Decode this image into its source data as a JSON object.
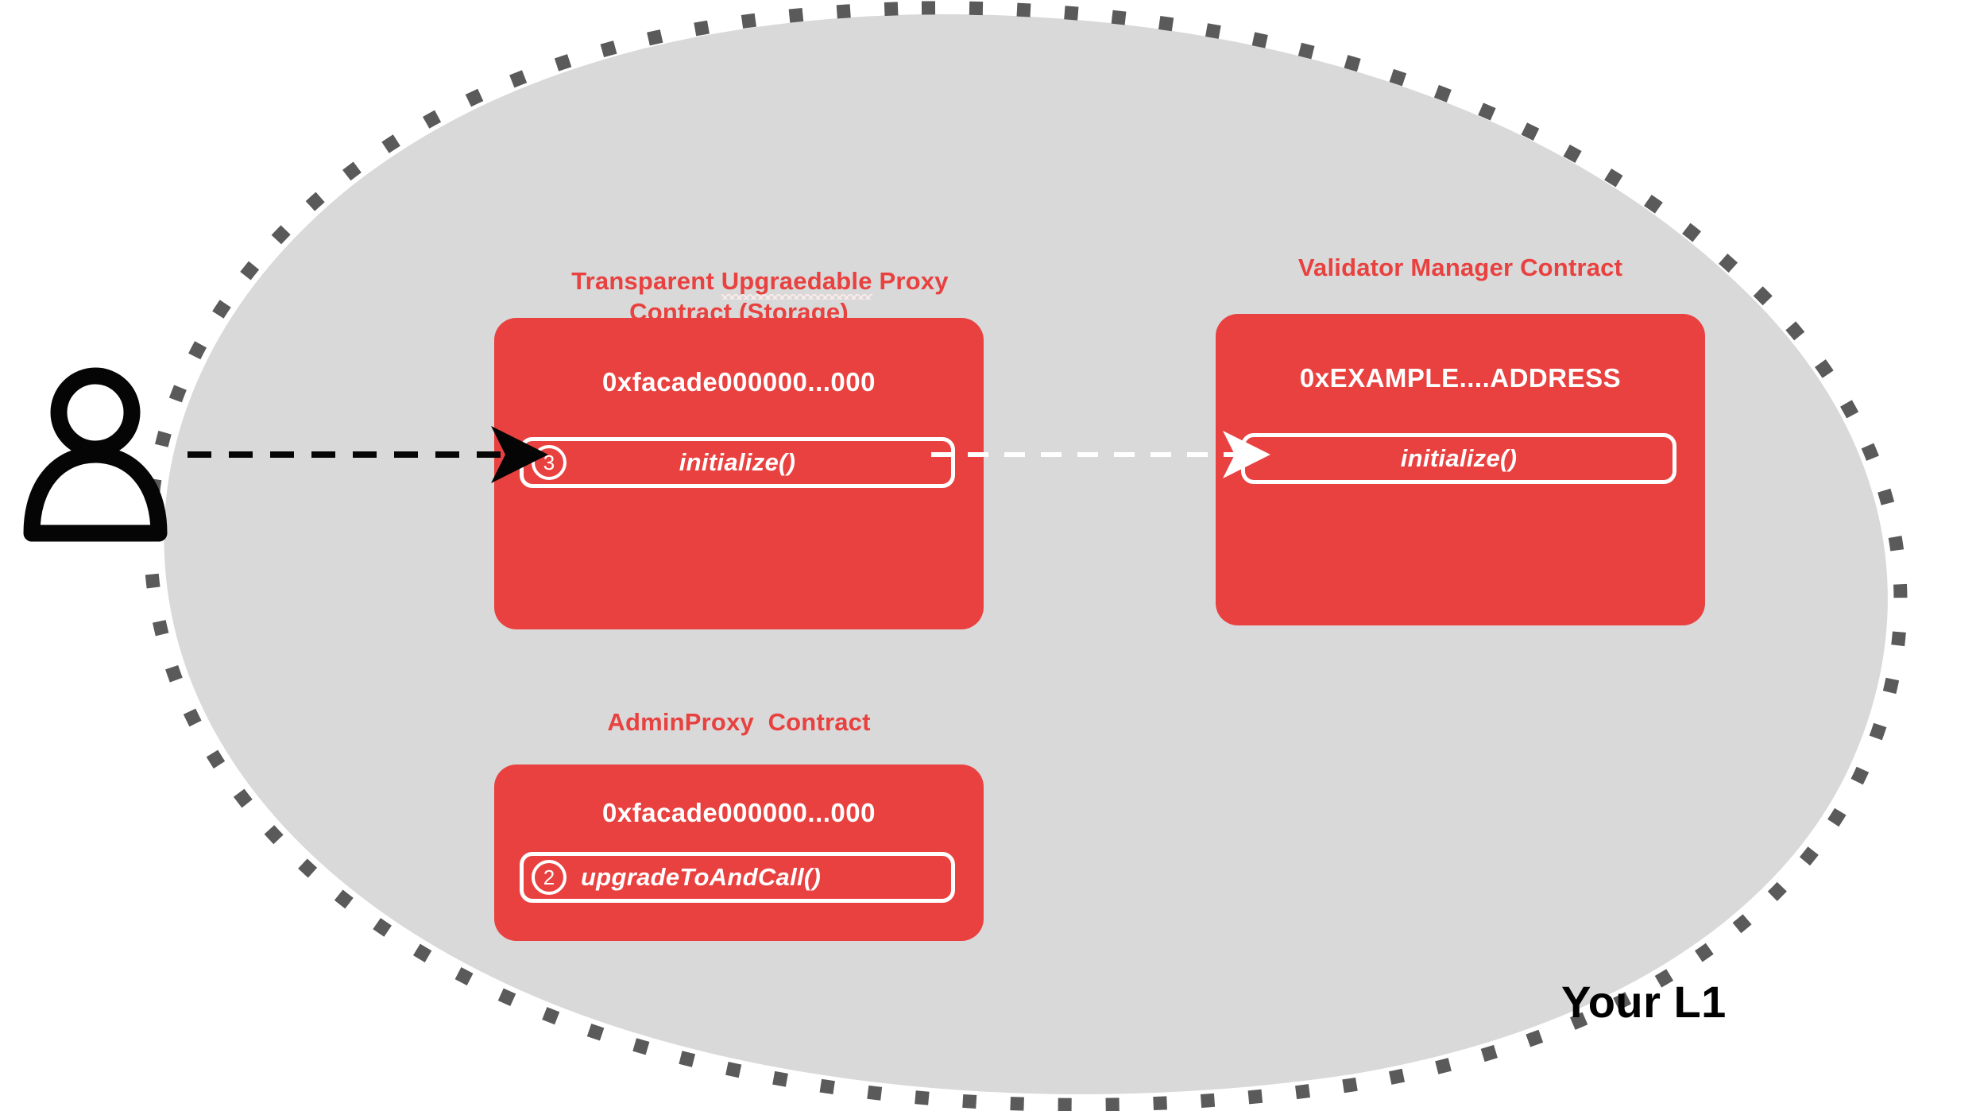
{
  "diagram": {
    "zone_label": "Your L1",
    "actor": "user-person-icon",
    "colors": {
      "contract_red": "#E8413F",
      "zone_fill": "#D9D9D9",
      "zone_border": "#5A5A5A",
      "text_white": "#FFFFFF",
      "text_black": "#000000"
    },
    "contracts": [
      {
        "id": "transparent-upgradeable-proxy",
        "title_line1": "Transparent Upgraedable Proxy",
        "title_line2": "Contract (Storage)",
        "title_misspelled_word": "Upgraedable",
        "address": "0xfacade000000...000",
        "method": {
          "step": "3",
          "label": "initialize()"
        }
      },
      {
        "id": "validator-manager",
        "title_line1": "Validator Manager Contract",
        "title_line2": "",
        "address": "0xEXAMPLE....ADDRESS",
        "method": {
          "step": "",
          "label": "initialize()"
        }
      },
      {
        "id": "admin-proxy",
        "title_line1": "AdminProxy  Contract",
        "title_line2": "",
        "address": "0xfacade000000...000",
        "method": {
          "step": "2",
          "label": "upgradeToAndCall()"
        }
      }
    ],
    "connections": [
      {
        "id": "user-to-proxy",
        "style": "dashed-black-arrow",
        "from": "user-person-icon",
        "to": "transparent-upgradeable-proxy.initialize"
      },
      {
        "id": "proxy-to-validator",
        "style": "dashed-white-arrow",
        "from": "transparent-upgradeable-proxy.initialize",
        "to": "validator-manager.initialize"
      }
    ]
  }
}
